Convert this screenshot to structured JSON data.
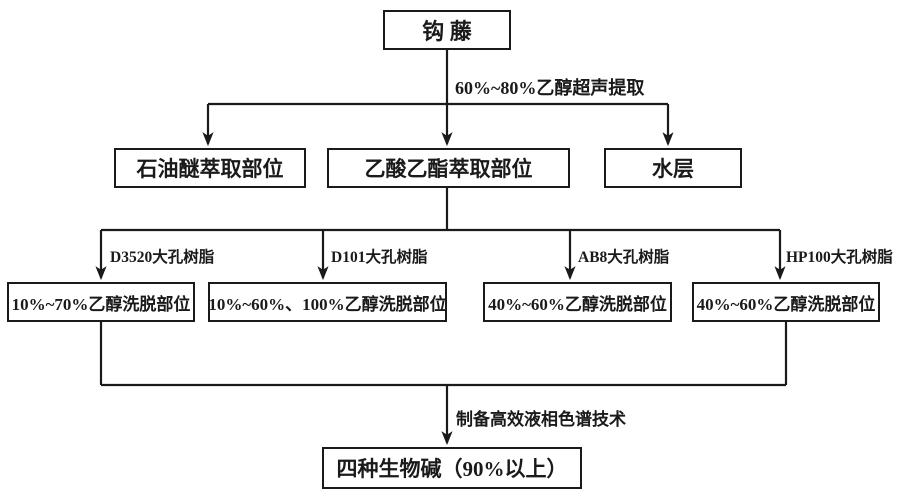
{
  "diagram": {
    "root": "钩 藤",
    "extraction_step": "60%~80%乙醇超声提取",
    "fractions": [
      {
        "label": "石油醚萃取部位"
      },
      {
        "label": "乙酸乙酯萃取部位"
      },
      {
        "label": "水层"
      }
    ],
    "resins": [
      {
        "label": "D3520大孔树脂"
      },
      {
        "label": "D101大孔树脂"
      },
      {
        "label": "AB8大孔树脂"
      },
      {
        "label": "HP100大孔树脂"
      }
    ],
    "eluates": [
      {
        "label": "10%~70%乙醇洗脱部位"
      },
      {
        "label": "10%~60%、100%乙醇洗脱部位"
      },
      {
        "label": "40%~60%乙醇洗脱部位"
      },
      {
        "label": "40%~60%乙醇洗脱部位"
      }
    ],
    "hplc_step": "制备高效液相色谱技术",
    "final": "四种生物碱（90%以上）",
    "colors": {
      "line": "#1a1a1a",
      "background": "#ffffff"
    }
  }
}
